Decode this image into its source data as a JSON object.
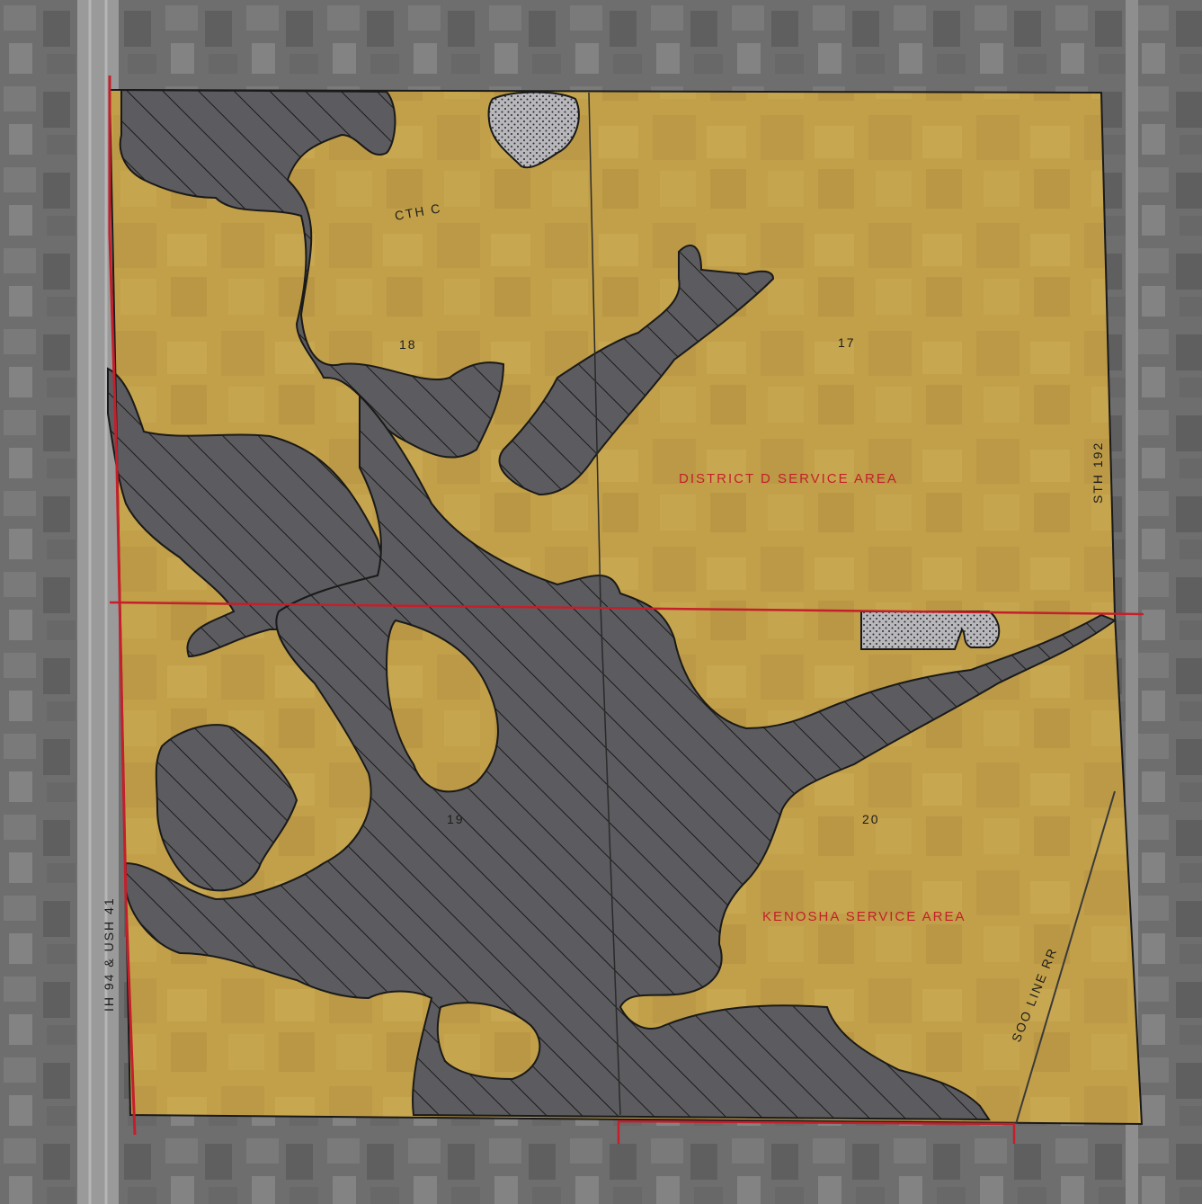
{
  "map": {
    "labels": {
      "highway_west": "IH 94 & USH 41",
      "highway_east": "STH 192",
      "county_road": "CTH C",
      "railroad": "SOO LINE RR",
      "district_d_area": "DISTRICT D SERVICE AREA",
      "kenosha_area": "KENOSHA SERVICE AREA",
      "section_18": "18",
      "section_17": "17",
      "section_19": "19",
      "section_20": "20"
    },
    "colors": {
      "service_area_fill": "#c2a049",
      "aerial_gray": "#6e6e6e",
      "hatched_area_fill": "#5c5c60",
      "boundary_red": "#c41f2a",
      "section_line": "#2a2a2a",
      "label_red": "#c41f2a"
    },
    "symbols": {
      "hatched_area": "diagonal-hatch",
      "stippled_area": "stipple-dots"
    }
  }
}
